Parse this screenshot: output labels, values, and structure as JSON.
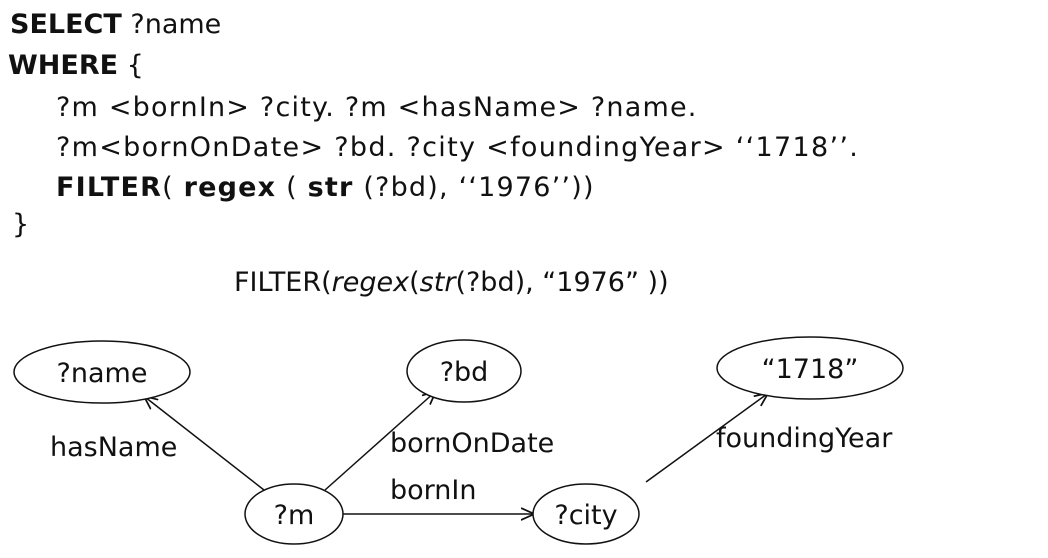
{
  "query": {
    "select_kw": "SELECT",
    "select_var": "?name",
    "where_kw": "WHERE",
    "open_brace": "{",
    "triple_line_1": "?m <bornIn> ?city. ?m <hasName> ?name.",
    "triple_line_2": "?m<bornOnDate> ?bd. ?city <foundingYear> ‘‘1718’’.",
    "filter_kw": "FILTER",
    "filter_open": "(",
    "regex_kw": "regex",
    "regex_open": "(",
    "str_kw": "str",
    "filter_args": "(?bd), ‘‘1976’’))",
    "close_brace": "}"
  },
  "graph": {
    "filter_caption": {
      "prefix": "FILTER(",
      "regex": "regex",
      "paren1": "(",
      "str": "str",
      "rest": "(?bd), “1976” ))"
    },
    "nodes": {
      "name": "?name",
      "bd": "?bd",
      "year": "“1718”",
      "m": "?m",
      "city": "?city"
    },
    "edges": {
      "hasName": "hasName",
      "bornOnDate": "bornOnDate",
      "bornIn": "bornIn",
      "foundingYear": "foundingYear"
    }
  }
}
